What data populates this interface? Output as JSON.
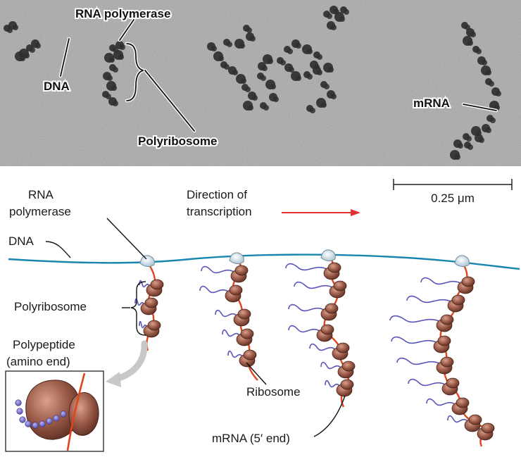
{
  "micrograph": {
    "labels": {
      "rna_polymerase": "RNA polymerase",
      "dna": "DNA",
      "polyribosome": "Polyribosome",
      "mrna": "mRNA"
    },
    "background_color": "#a9a9a9",
    "particle_color": "#2f2f2f"
  },
  "scale_bar": {
    "label": "0.25 μm"
  },
  "diagram": {
    "rna_polymerase_line1": "RNA",
    "rna_polymerase_line2": "polymerase",
    "direction_line1": "Direction of",
    "direction_line2": "transcription",
    "dna": "DNA",
    "polyribosome": "Polyribosome",
    "polypeptide_line1": "Polypeptide",
    "polypeptide_line2": "(amino end)",
    "ribosome": "Ribosome",
    "mrna": "mRNA (5′ end)"
  },
  "colors": {
    "dna_strand": "#1a86b0",
    "mrna_strand": "#e2451c",
    "ribosome": "#9a5a48",
    "polypeptide": "#5a55b8",
    "polymerase": "#cfdfe8",
    "direction_arrow": "#e03131",
    "callout_arrow": "#c8c8c8"
  }
}
